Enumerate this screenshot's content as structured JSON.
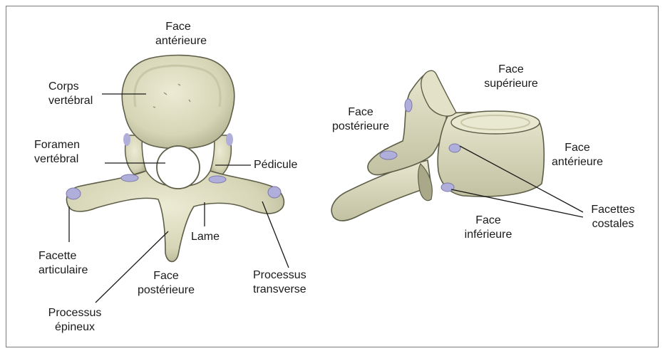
{
  "labels": {
    "superior_view": {
      "face_anterieure": [
        "Face",
        "antérieure"
      ],
      "corps_vertebral": [
        "Corps",
        "vertébral"
      ],
      "foramen_vertebral": [
        "Foramen",
        "vertébral"
      ],
      "pedicule": "Pédicule",
      "lame": "Lame",
      "facette_articulaire": [
        "Facette",
        "articulaire"
      ],
      "face_posterieure": [
        "Face",
        "postérieure"
      ],
      "processus_transverse": [
        "Processus",
        "transverse"
      ],
      "processus_epineux": [
        "Processus",
        "épineux"
      ]
    },
    "lateral_view": {
      "face_superieure": [
        "Face",
        "supérieure"
      ],
      "face_posterieure": [
        "Face",
        "postérieure"
      ],
      "face_anterieure": [
        "Face",
        "antérieure"
      ],
      "facettes_costales": [
        "Facettes",
        "costales"
      ],
      "face_inferieure": [
        "Face",
        "inférieure"
      ]
    }
  },
  "colors": {
    "bone": "#dcdcc0",
    "bone_shadow": "#a9a98a",
    "bone_outline": "#5e5e48",
    "cartilage_facet": "#b0aedb",
    "leader_line": "#1a1a1a",
    "frame_border": "#7a7a7a"
  }
}
